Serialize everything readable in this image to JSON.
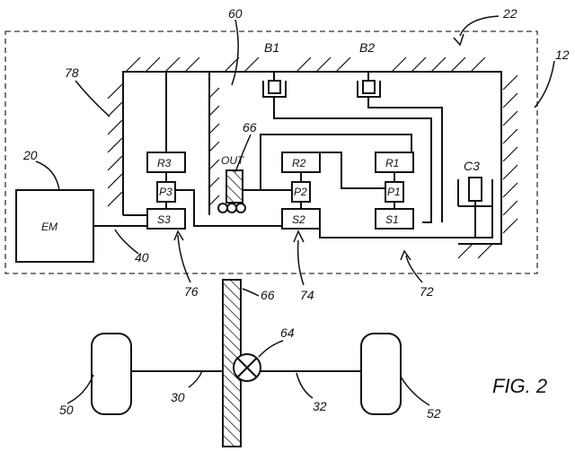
{
  "figure": {
    "title": "FIG. 2"
  },
  "references": {
    "r22": "22",
    "r12": "12",
    "r78": "78",
    "r60": "60",
    "r66a": "66",
    "r20": "20",
    "r40": "40",
    "r76": "76",
    "r74": "74",
    "r72": "72",
    "r66b": "66",
    "r64": "64",
    "r50": "50",
    "r30": "30",
    "r32": "32",
    "r52": "52"
  },
  "components": {
    "em": "EM",
    "b1": "B1",
    "b2": "B2",
    "c3": "C3",
    "out": "OUT",
    "r1": "R1",
    "p1": "P1",
    "s1": "S1",
    "r2": "R2",
    "p2": "P2",
    "s2": "S2",
    "r3": "R3",
    "p3": "P3",
    "s3": "S3"
  }
}
